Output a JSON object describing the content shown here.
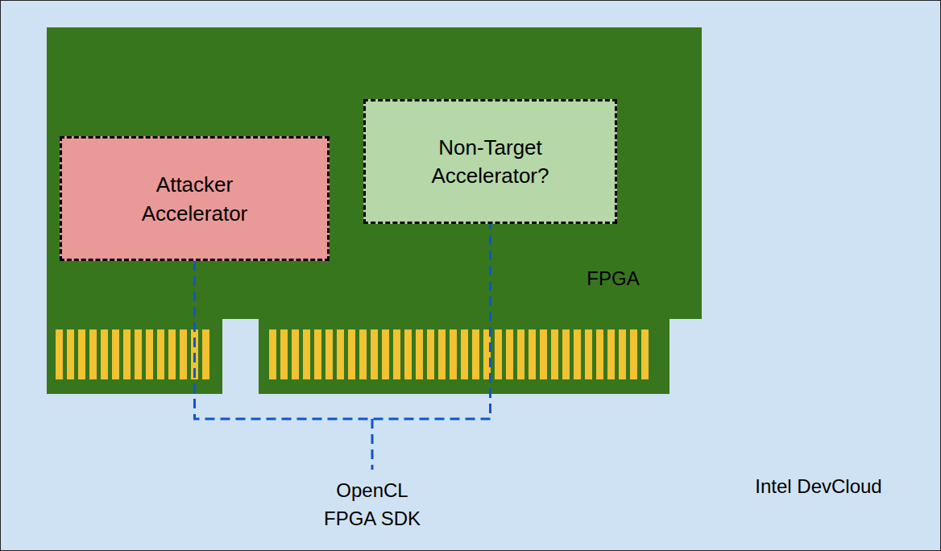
{
  "diagram": {
    "nodes": [
      {
        "text": [
          "Intel DevCloud"
        ]
      },
      {
        "text": [
          "FPGA"
        ],
        "in": 0
      },
      {
        "text": [
          "Attacker Accelerator"
        ],
        "in": 1
      },
      {
        "text": [
          "Non-Target Accelerator?"
        ],
        "in": 1
      }
    ],
    "edges": [
      {
        "from": 2,
        "to": 3,
        "arrow": "none"
      }
    ],
    "labels": [
      "OpenCL FPGA SDK"
    ]
  }
}
